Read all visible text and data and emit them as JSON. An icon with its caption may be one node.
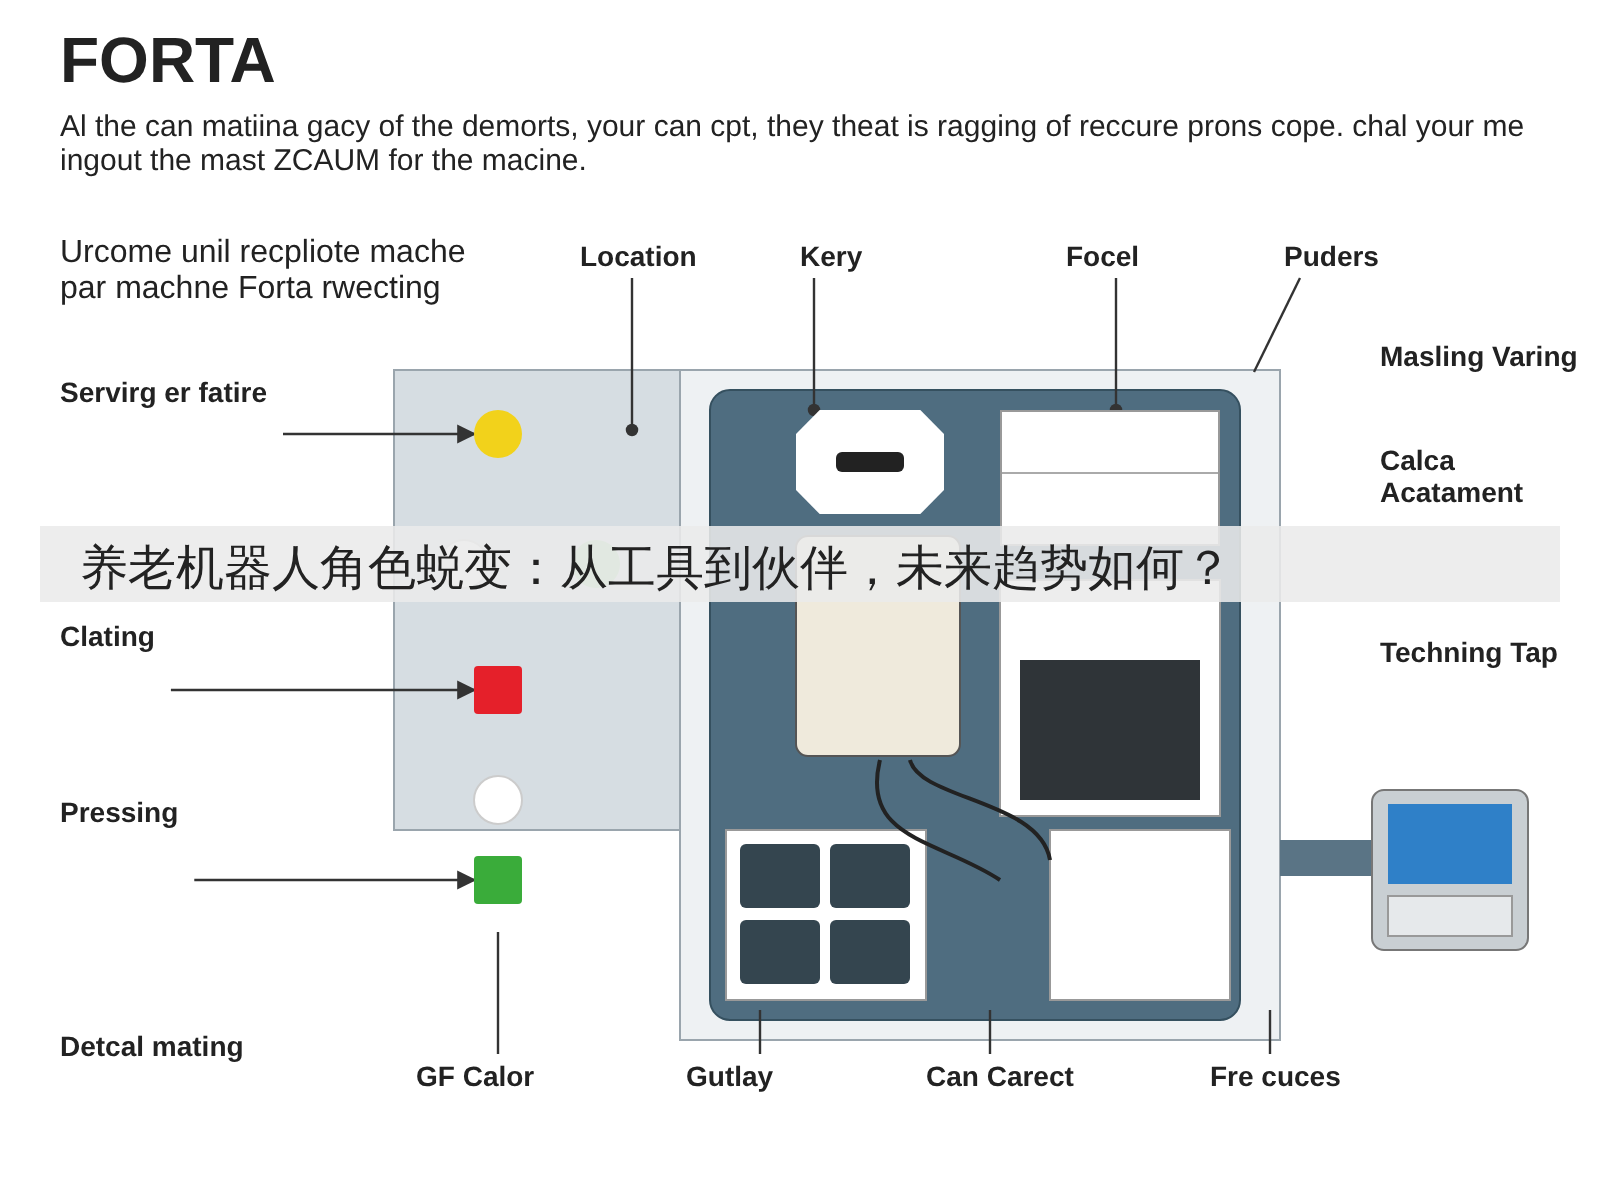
{
  "diagram": {
    "title": "FORTA",
    "caption": "养老机器人角色蜕变：从工具到伙伴，未来趋势如何？",
    "nodes": [
      {
        "text": [
          "Location"
        ]
      },
      {
        "text": [
          "Kery"
        ]
      },
      {
        "text": [
          "Focel"
        ]
      },
      {
        "text": [
          "Puders"
        ]
      },
      {
        "text": [
          "Servirg er fatire"
        ]
      },
      {
        "text": [],
        "shape": "circle"
      },
      {
        "text": [
          "Clating"
        ]
      },
      {
        "text": [],
        "shape": "box"
      },
      {
        "text": [
          "Pressing"
        ]
      },
      {
        "text": [],
        "shape": "box"
      },
      {
        "text": [
          "GF Calor"
        ]
      },
      {
        "text": [
          "Gutlay"
        ]
      },
      {
        "text": [
          "Can Carect"
        ]
      },
      {
        "text": [
          "Fre cuces"
        ]
      },
      {
        "text": [],
        "shape": "box"
      },
      {
        "text": [],
        "shape": "box"
      }
    ],
    "edges": [
      {
        "from": 0,
        "to": null,
        "arrow": "other"
      },
      {
        "from": 1,
        "to": 14,
        "arrow": "other"
      },
      {
        "from": 2,
        "to": 15,
        "arrow": "other"
      },
      {
        "from": 3,
        "to": null,
        "arrow": "none"
      },
      {
        "from": 4,
        "to": 5,
        "arrow": "to"
      },
      {
        "from": 6,
        "to": 7,
        "arrow": "to"
      },
      {
        "from": 8,
        "to": 9,
        "arrow": "to"
      },
      {
        "from": 10,
        "to": 9,
        "arrow": "none"
      },
      {
        "from": 11,
        "to": null,
        "arrow": "none"
      },
      {
        "from": 12,
        "to": null,
        "arrow": "none"
      },
      {
        "from": 13,
        "to": null,
        "arrow": "none"
      }
    ],
    "labels": [
      "Al the can matiina gacy of the demorts, your can cpt, they theat is ragging of reccure prons cope. chal your me ingout the mast ZCAUM for the macine.",
      "Urcome unil recpliote mache par machne Forta rwecting",
      "Masling Varing",
      "Calca Acatament",
      "Techning Tap",
      "Detcal mating"
    ]
  }
}
